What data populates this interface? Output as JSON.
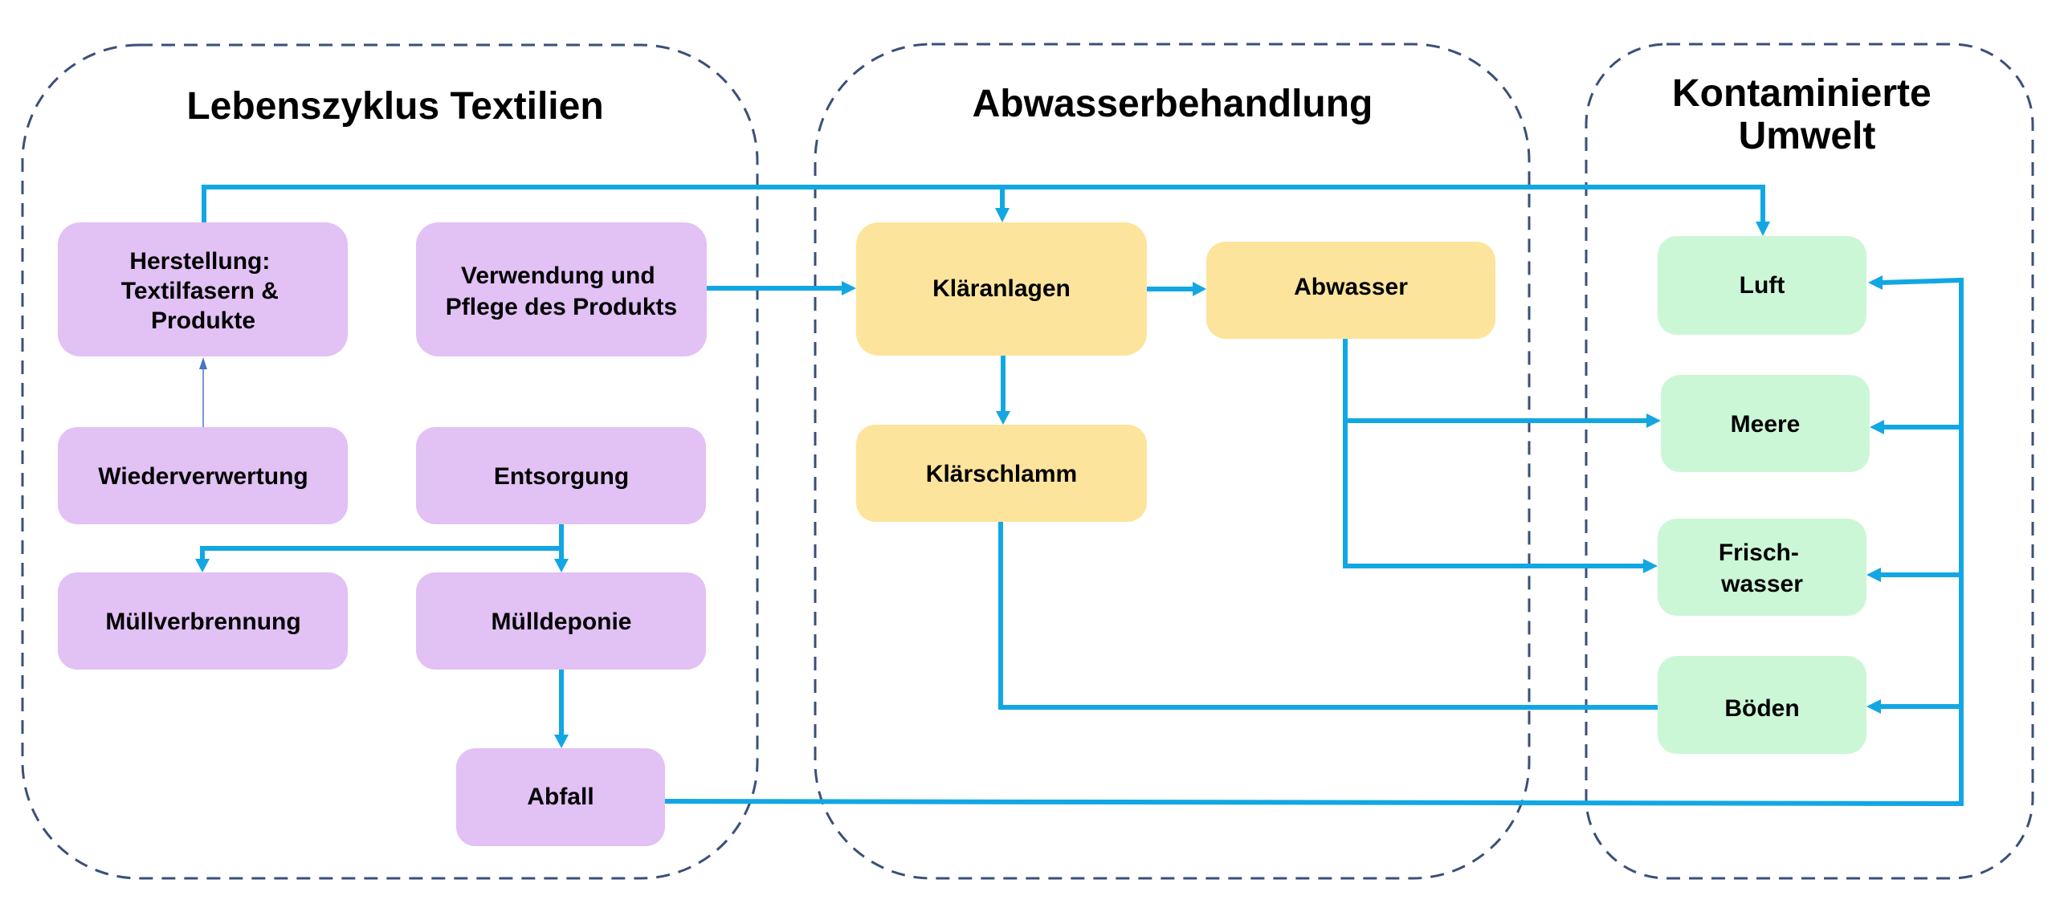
{
  "colors": {
    "frame": "#3a5078",
    "connector": "#12a7e3",
    "connector_thin": "#4a74c4",
    "lifecycle_node": "#e2c1f5",
    "treatment_node": "#fde49c",
    "environment_node": "#ccf7d7",
    "text": "#000000"
  },
  "groups": {
    "lifecycle": {
      "title": "Lebenszyklus Textilien"
    },
    "treatment": {
      "title": "Abwasserbehandlung"
    },
    "environment": {
      "title_line1": "Kontaminierte",
      "title_line2": "Umwelt"
    }
  },
  "nodes": {
    "herstellung": {
      "lines": [
        "Herstellung:",
        "Textilfasern &",
        "Produkte"
      ]
    },
    "verwendung": {
      "lines": [
        "Verwendung und",
        "Pflege des Produkts"
      ]
    },
    "wiederverwertung": {
      "lines": [
        "Wiederverwertung"
      ]
    },
    "entsorgung": {
      "lines": [
        "Entsorgung"
      ]
    },
    "muellverbrennung": {
      "lines": [
        "Müllverbrennung"
      ]
    },
    "muelldeponie": {
      "lines": [
        "Mülldeponie"
      ]
    },
    "abfall": {
      "lines": [
        "Abfall"
      ]
    },
    "klaeranlagen": {
      "lines": [
        "Kläranlagen"
      ]
    },
    "abwasser": {
      "lines": [
        "Abwasser"
      ]
    },
    "klaerschlamm": {
      "lines": [
        "Klärschlamm"
      ]
    },
    "luft": {
      "lines": [
        "Luft"
      ]
    },
    "meere": {
      "lines": [
        "Meere"
      ]
    },
    "frischwasser": {
      "lines": [
        "Frisch-",
        "wasser"
      ]
    },
    "boeden": {
      "lines": [
        "Böden"
      ]
    }
  },
  "edges": [
    {
      "from": "herstellung",
      "to": "klaeranlagen"
    },
    {
      "from": "herstellung",
      "to": "luft"
    },
    {
      "from": "verwendung",
      "to": "klaeranlagen"
    },
    {
      "from": "wiederverwertung",
      "to": "herstellung"
    },
    {
      "from": "entsorgung",
      "to": "muellverbrennung"
    },
    {
      "from": "entsorgung",
      "to": "muelldeponie"
    },
    {
      "from": "muelldeponie",
      "to": "abfall"
    },
    {
      "from": "klaeranlagen",
      "to": "abwasser"
    },
    {
      "from": "klaeranlagen",
      "to": "klaerschlamm"
    },
    {
      "from": "abwasser",
      "to": "meere"
    },
    {
      "from": "abwasser",
      "to": "frischwasser"
    },
    {
      "from": "klaerschlamm",
      "to": "boeden"
    },
    {
      "from": "abfall",
      "to": "luft"
    },
    {
      "from": "abfall",
      "to": "meere"
    },
    {
      "from": "abfall",
      "to": "frischwasser"
    },
    {
      "from": "abfall",
      "to": "boeden"
    }
  ]
}
